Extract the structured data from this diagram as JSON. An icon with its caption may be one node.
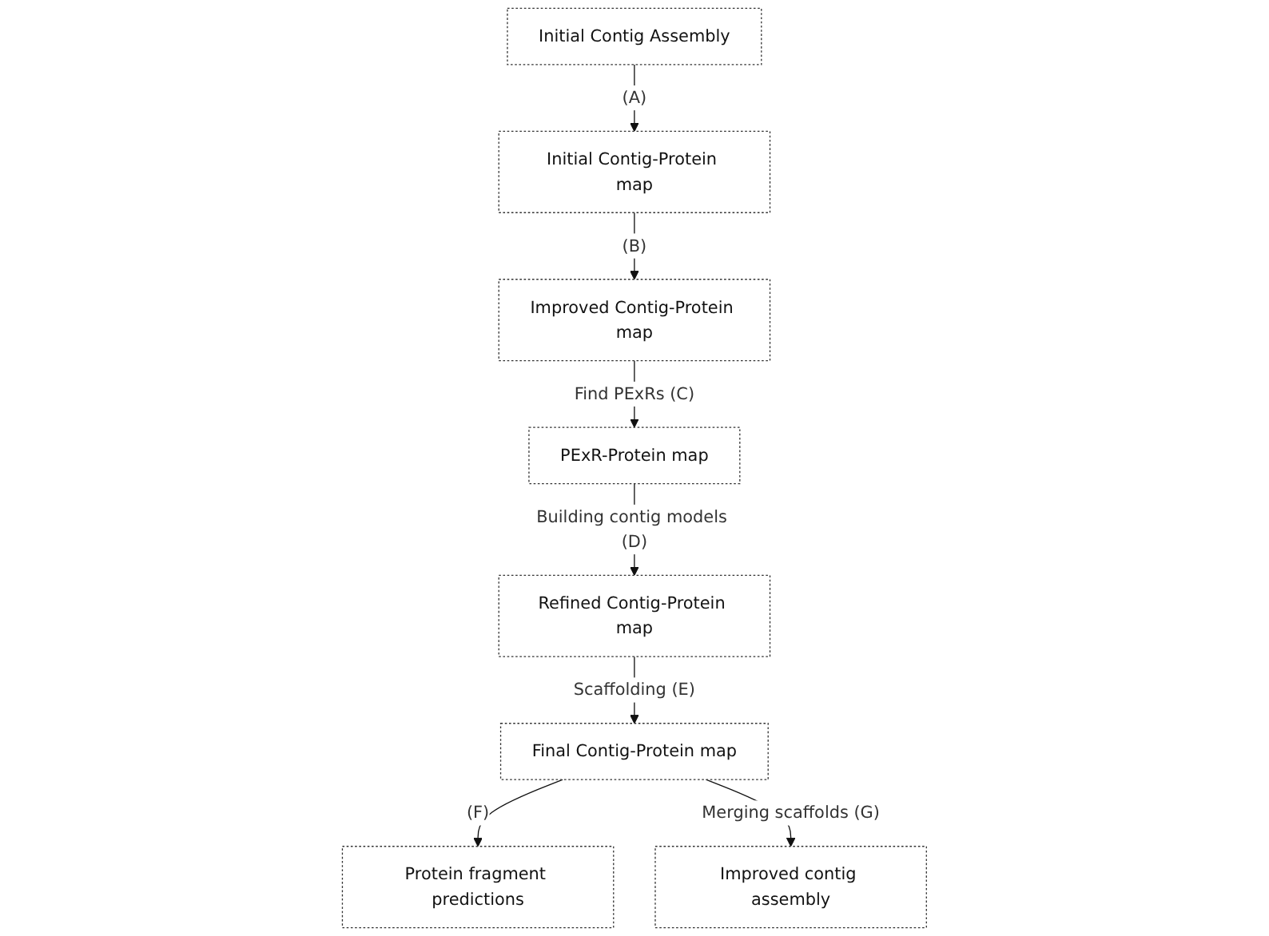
{
  "diagram": {
    "nodes": [
      {
        "text": [
          "Initial Contig Assembly"
        ]
      },
      {
        "text": [
          "Initial Contig-Protein map"
        ]
      },
      {
        "text": [
          "Improved Contig-Protein map"
        ]
      },
      {
        "text": [
          "PExR-Protein map"
        ]
      },
      {
        "text": [
          "Refined Contig-Protein map"
        ]
      },
      {
        "text": [
          "Final Contig-Protein map"
        ]
      },
      {
        "text": [
          "Protein fragment predictions"
        ]
      },
      {
        "text": [
          "Improved contig assembly"
        ]
      }
    ],
    "edges": [
      {
        "from": 0,
        "to": 1,
        "arrow": "to",
        "label": "(A)"
      },
      {
        "from": 1,
        "to": 2,
        "arrow": "to",
        "label": "(B)"
      },
      {
        "from": 2,
        "to": 3,
        "arrow": "to",
        "label": "Find PExRs (C)"
      },
      {
        "from": 3,
        "to": 4,
        "arrow": "to",
        "label": "Building contig models (D)"
      },
      {
        "from": 4,
        "to": 5,
        "arrow": "to",
        "label": "Scaffolding (E)"
      },
      {
        "from": 5,
        "to": 6,
        "arrow": "to",
        "label": "(F)"
      },
      {
        "from": 5,
        "to": 7,
        "arrow": "to",
        "label": "Merging scaffolds (G)"
      }
    ]
  }
}
